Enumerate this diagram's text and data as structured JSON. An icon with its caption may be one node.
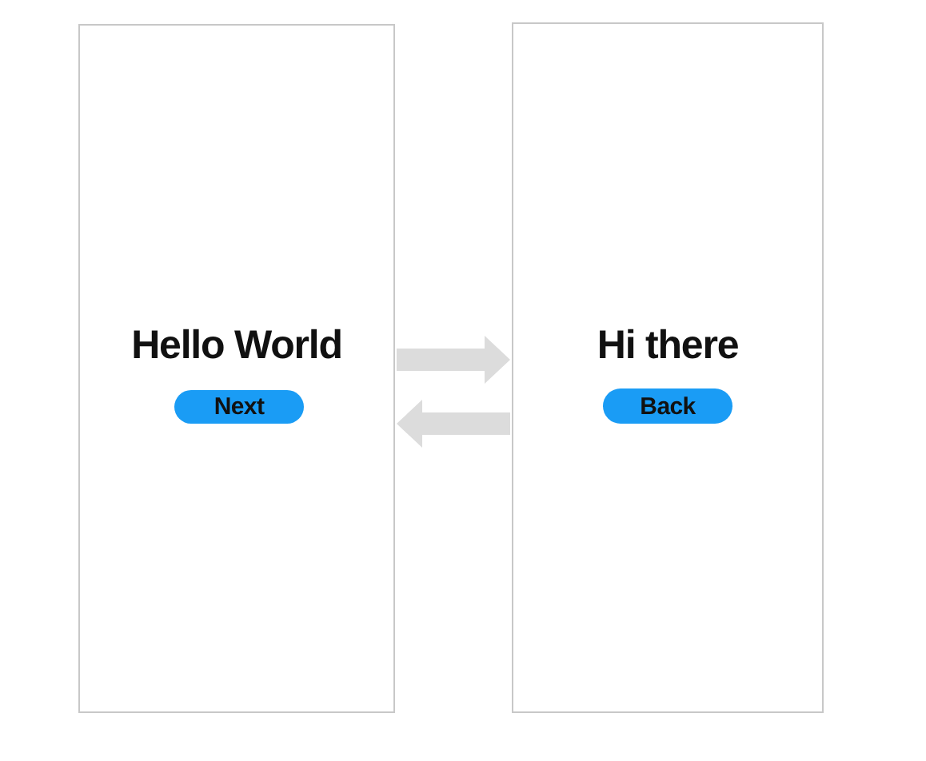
{
  "diagram": {
    "nodes": [
      {
        "text": [
          "Hello World"
        ]
      },
      {
        "text": [
          "Next"
        ],
        "in": 0
      },
      {
        "text": [
          "Hi there"
        ]
      },
      {
        "text": [
          "Back"
        ],
        "in": 2
      }
    ],
    "edges": [
      {
        "from": 0,
        "to": 2,
        "arrow": "to",
        "style": "thick"
      },
      {
        "from": 2,
        "to": 0,
        "arrow": "to",
        "style": "thick"
      }
    ]
  }
}
